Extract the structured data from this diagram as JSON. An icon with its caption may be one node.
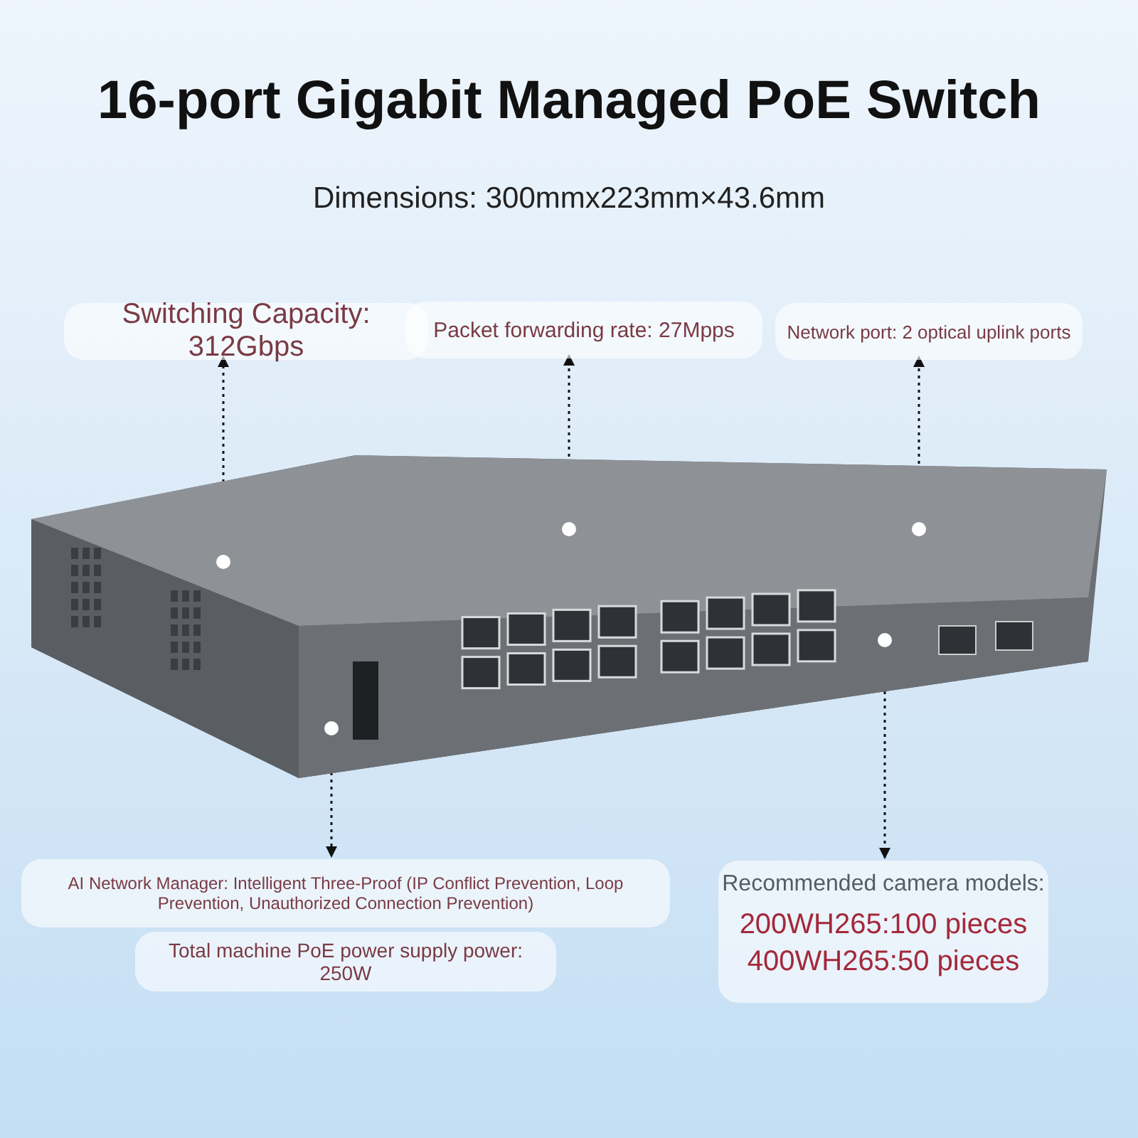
{
  "diagram": {
    "title": "16-port Gigabit Managed PoE Switch",
    "nodes": [
      {
        "text": [
          "Switching Capacity: 312Gbps"
        ]
      },
      {
        "text": [
          "Packet forwarding rate: 27Mpps"
        ]
      },
      {
        "text": [
          "Network port: 2 optical uplink ports"
        ]
      },
      {
        "text": [],
        "shape": "picture"
      },
      {
        "text": [],
        "shape": "circle",
        "in": 3
      },
      {
        "text": [],
        "shape": "circle",
        "in": 3
      },
      {
        "text": [],
        "shape": "circle",
        "in": 3
      },
      {
        "text": [],
        "shape": "circle",
        "in": 3
      },
      {
        "text": [],
        "shape": "circle",
        "in": 3
      },
      {
        "text": [
          "AI Network Manager: Intelligent Three-Proof (IP Conflict Prevention, Loop Prevention, Unauthorized Connection Prevention)"
        ]
      },
      {
        "text": [
          "Recommended camera models:",
          "200WH265:100 pieces",
          "400WH265:50 pieces"
        ]
      },
      {
        "text": [
          "Total machine PoE power supply power: 250W"
        ]
      }
    ],
    "edges": [
      {
        "from": 4,
        "to": 0,
        "arrow": "to",
        "style": "dashed"
      },
      {
        "from": 6,
        "to": 1,
        "arrow": "to",
        "style": "dashed"
      },
      {
        "from": 8,
        "to": 2,
        "arrow": "to",
        "style": "dashed"
      },
      {
        "from": 5,
        "to": 9,
        "arrow": "to",
        "style": "dashed"
      },
      {
        "from": 7,
        "to": 10,
        "arrow": "to",
        "style": "dashed"
      }
    ],
    "labels": [
      "Dimensions: 300mmx223mm×43.6mm"
    ]
  }
}
